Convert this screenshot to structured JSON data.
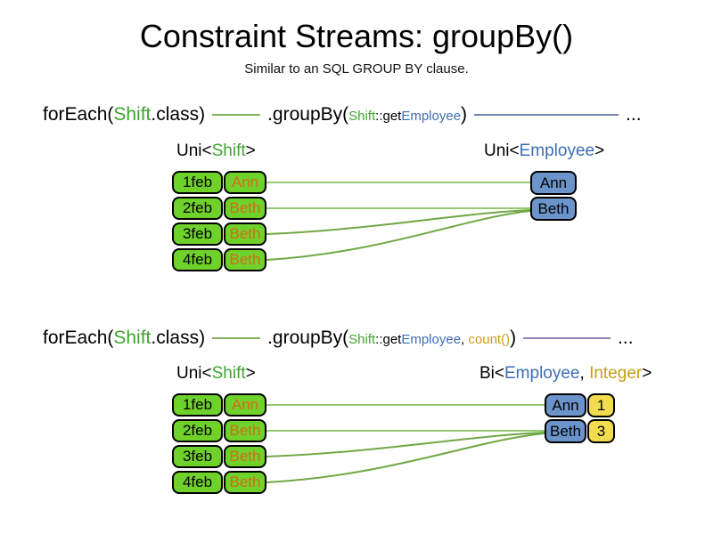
{
  "title": "Constraint Streams: groupBy()",
  "subtitle": "Similar to an SQL GROUP BY clause.",
  "colors": {
    "green_text": "#3FA52F",
    "blue_text": "#3D6DB5",
    "gold_text": "#C6A015",
    "orange_text": "#CE6E1A",
    "green_fill": "#6FD22B",
    "blue_fill": "#6B94CB",
    "yellow_fill": "#F1DC50",
    "green_line": "#82B35C",
    "slate_line": "#6D84B4",
    "purple_line": "#9B7FB6",
    "wire_straight": "#97C873",
    "wire_curved": "#6FA844"
  },
  "code1": {
    "foreach_pre": "forEach(",
    "foreach_class": "Shift",
    "foreach_post": ".class)",
    "groupby_pre": ".groupBy(",
    "arg1_class": "Shift",
    "arg1_mid": "::get",
    "arg1_type": "Employee",
    "groupby_post": ")",
    "ellipsis": "..."
  },
  "code2": {
    "foreach_pre": "forEach(",
    "foreach_class": "Shift",
    "foreach_post": ".class)",
    "groupby_pre": ".groupBy(",
    "arg1_class": "Shift",
    "arg1_mid": "::get",
    "arg1_type": "Employee",
    "arg_sep": ", ",
    "arg2": "count()",
    "groupby_post": ")",
    "ellipsis": "..."
  },
  "diagram1": {
    "left_label": {
      "pre": "Uni<",
      "type": "Shift",
      "post": ">"
    },
    "right_label": {
      "pre": "Uni<",
      "type": "Employee",
      "post": ">"
    },
    "rows": [
      {
        "date": "1feb",
        "name": "Ann"
      },
      {
        "date": "2feb",
        "name": "Beth"
      },
      {
        "date": "3feb",
        "name": "Beth"
      },
      {
        "date": "4feb",
        "name": "Beth"
      }
    ],
    "groups": [
      {
        "name": "Ann"
      },
      {
        "name": "Beth"
      }
    ]
  },
  "diagram2": {
    "left_label": {
      "pre": "Uni<",
      "type": "Shift",
      "post": ">"
    },
    "right_label": {
      "pre": "Bi<",
      "type1": "Employee",
      "sep": ", ",
      "type2": "Integer",
      "post": ">"
    },
    "rows": [
      {
        "date": "1feb",
        "name": "Ann"
      },
      {
        "date": "2feb",
        "name": "Beth"
      },
      {
        "date": "3feb",
        "name": "Beth"
      },
      {
        "date": "4feb",
        "name": "Beth"
      }
    ],
    "groups": [
      {
        "name": "Ann",
        "count": "1"
      },
      {
        "name": "Beth",
        "count": "3"
      }
    ]
  }
}
